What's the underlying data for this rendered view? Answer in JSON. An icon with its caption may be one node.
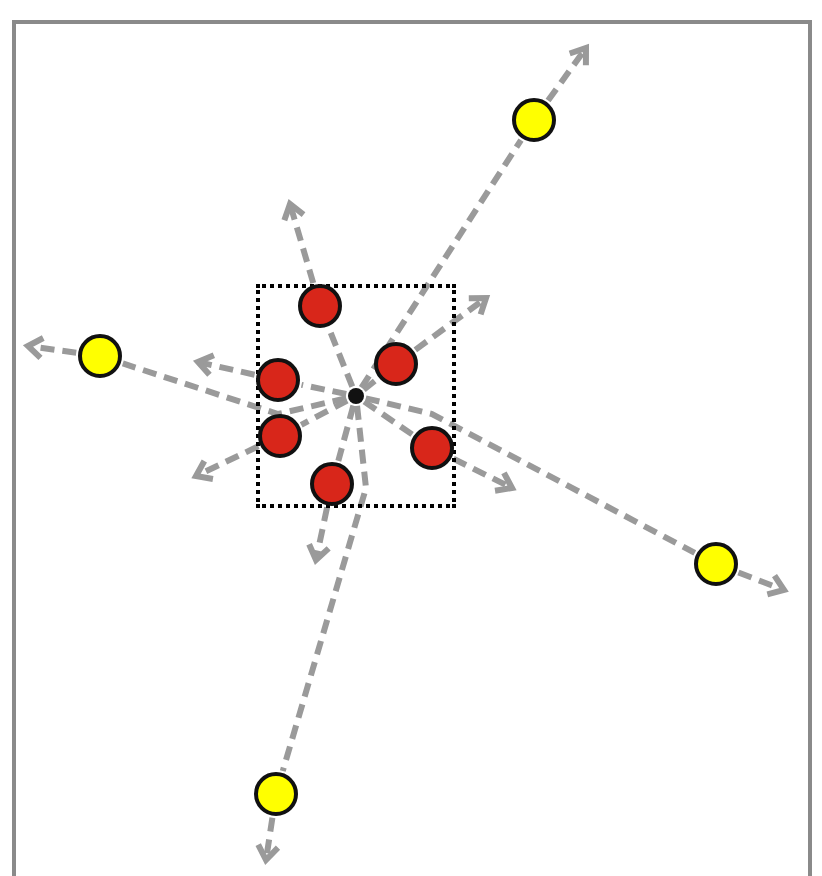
{
  "diagram": {
    "nodes": [
      {
        "text": [],
        "shape": "box"
      },
      {
        "text": [],
        "shape": "circle",
        "in": 0
      },
      {
        "text": [],
        "shape": "circle",
        "in": 0
      },
      {
        "text": [],
        "shape": "circle",
        "in": 0
      },
      {
        "text": [],
        "shape": "circle",
        "in": 0
      },
      {
        "text": [],
        "shape": "circle",
        "in": 0
      },
      {
        "text": [],
        "shape": "circle",
        "in": 0
      },
      {
        "text": [],
        "shape": "circle",
        "in": 0
      },
      {
        "text": [],
        "shape": "circle"
      },
      {
        "text": [],
        "shape": "circle"
      },
      {
        "text": [],
        "shape": "circle"
      },
      {
        "text": [],
        "shape": "circle"
      }
    ],
    "edges": [
      {
        "from": 4,
        "to": 1,
        "arrow": "none"
      },
      {
        "from": 1,
        "to": null,
        "arrow": "to"
      },
      {
        "from": 4,
        "to": 2,
        "arrow": "none"
      },
      {
        "from": 2,
        "to": null,
        "arrow": "to"
      },
      {
        "from": 4,
        "to": 3,
        "arrow": "none"
      },
      {
        "from": 3,
        "to": null,
        "arrow": "to"
      },
      {
        "from": 4,
        "to": 5,
        "arrow": "none"
      },
      {
        "from": 5,
        "to": null,
        "arrow": "to"
      },
      {
        "from": 4,
        "to": 6,
        "arrow": "none"
      },
      {
        "from": 6,
        "to": null,
        "arrow": "to"
      },
      {
        "from": 4,
        "to": 7,
        "arrow": "none"
      },
      {
        "from": 7,
        "to": null,
        "arrow": "to"
      },
      {
        "from": 4,
        "to": 8,
        "arrow": "none"
      },
      {
        "from": 8,
        "to": null,
        "arrow": "to"
      },
      {
        "from": 4,
        "to": 9,
        "arrow": "none"
      },
      {
        "from": 9,
        "to": null,
        "arrow": "to"
      },
      {
        "from": 4,
        "to": 10,
        "arrow": "none"
      },
      {
        "from": 10,
        "to": null,
        "arrow": "to"
      },
      {
        "from": 4,
        "to": 11,
        "arrow": "none"
      },
      {
        "from": 11,
        "to": null,
        "arrow": "to"
      }
    ]
  }
}
